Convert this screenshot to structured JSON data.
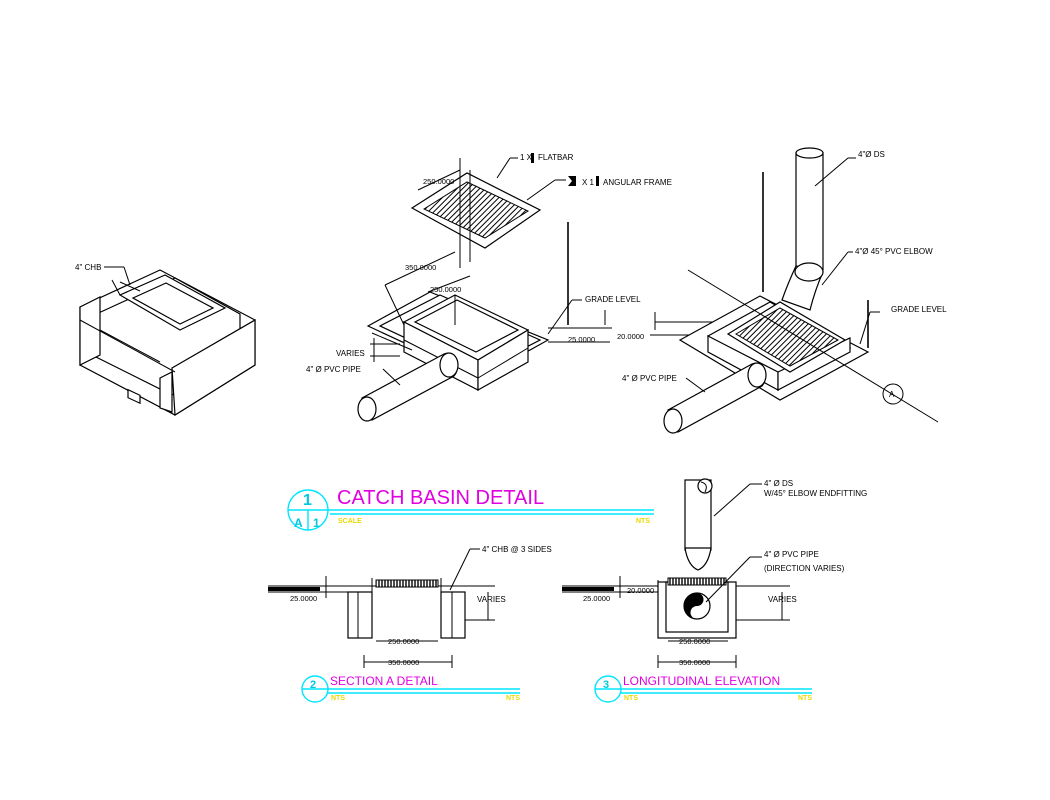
{
  "colors": {
    "title": "#e000e0",
    "bubble": "#00e5ff",
    "scale": "#e8d800",
    "ink": "#000000"
  },
  "chb_iso": {
    "label": "4\" CHB"
  },
  "catch_basin_iso": {
    "flat_bar": "1 X",
    "flat_bar_2": "FLATBAR",
    "angular_frame": "X 1",
    "angular_frame_2": "ANGULAR FRAME",
    "dim_grate": "250.0000",
    "dim_outer": "350.0000",
    "dim_inner": "250.0000",
    "grade_level": "GRADE LEVEL",
    "dim_25": "25.0000",
    "dim_20": "20.0000",
    "varies": "VARIES",
    "pipe": "4\" Ø PVC PIPE"
  },
  "assembly_iso": {
    "ds": "4\"Ø DS",
    "elbow": "4\"Ø 45° PVC ELBOW",
    "grade_level": "GRADE LEVEL",
    "pipe": "4\" Ø PVC PIPE",
    "section_marker": "A"
  },
  "title_block_1": {
    "number": "1",
    "sheet": "A",
    "sheet_num": "1",
    "title": "CATCH BASIN DETAIL",
    "scale_label": "SCALE",
    "scale_right": "NTS"
  },
  "section_a": {
    "chb_note": "4\" CHB @ 3 SIDES",
    "dim_25": "25.0000",
    "varies": "VARIES",
    "dim_inner": "250.0000",
    "dim_outer": "350.0000",
    "number": "2",
    "title": "SECTION A DETAIL",
    "scale_label": "NTS",
    "scale_right": "NTS"
  },
  "longitudinal": {
    "ds_note_1": "4\" Ø DS",
    "ds_note_2": "W/45° ELBOW  ENDFITTING",
    "pipe_note_1": "4\" Ø PVC PIPE",
    "pipe_note_2": "(DIRECTION VARIES)",
    "dim_25": "25.0000",
    "dim_20": "20.0000",
    "varies": "VARIES",
    "dim_inner": "250.0000",
    "dim_outer": "350.0000",
    "number": "3",
    "title": "LONGITUDINAL ELEVATION",
    "scale_label": "NTS",
    "scale_right": "NTS"
  }
}
